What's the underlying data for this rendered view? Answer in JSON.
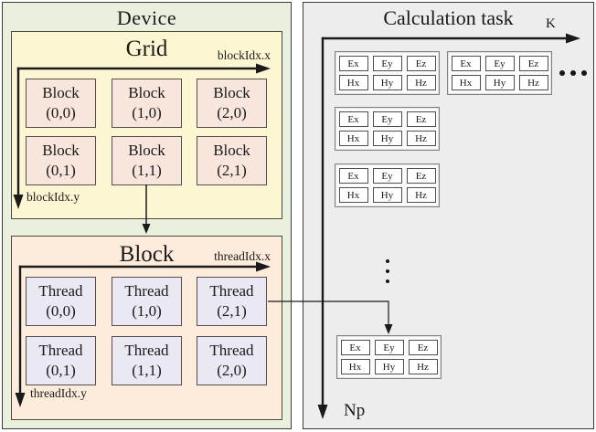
{
  "device": {
    "title": "Device",
    "grid": {
      "title": "Grid",
      "x_axis_label": "blockIdx.x",
      "y_axis_label": "blockIdx.y",
      "cells": [
        {
          "name": "Block",
          "index": "(0,0)"
        },
        {
          "name": "Block",
          "index": "(1,0)"
        },
        {
          "name": "Block",
          "index": "(2,0)"
        },
        {
          "name": "Block",
          "index": "(0,1)"
        },
        {
          "name": "Block",
          "index": "(1,1)"
        },
        {
          "name": "Block",
          "index": "(2,1)"
        }
      ]
    },
    "block": {
      "title": "Block",
      "x_axis_label": "threadIdx.x",
      "y_axis_label": "threadIdx.y",
      "cells": [
        {
          "name": "Thread",
          "index": "(0,0)"
        },
        {
          "name": "Thread",
          "index": "(1,0)"
        },
        {
          "name": "Thread",
          "index": "(2,1)"
        },
        {
          "name": "Thread",
          "index": "(0,1)"
        },
        {
          "name": "Thread",
          "index": "(1,1)"
        },
        {
          "name": "Thread",
          "index": "(2,0)"
        }
      ]
    }
  },
  "calculation": {
    "title": "Calculation task",
    "k_axis_label": "K",
    "np_axis_label": "Np",
    "field_labels": [
      "Ex",
      "Ey",
      "Ez",
      "Hx",
      "Hy",
      "Hz"
    ]
  },
  "colors": {
    "device_bg": "#e9f0de",
    "grid_bg": "#fdf6d3",
    "block_cell_bg": "#f8e6dd",
    "block_box_bg": "#fdecdb",
    "thread_cell_bg": "#e9e8f3",
    "calc_panel_bg": "#ededed",
    "line_color": "#1a1a1a"
  }
}
